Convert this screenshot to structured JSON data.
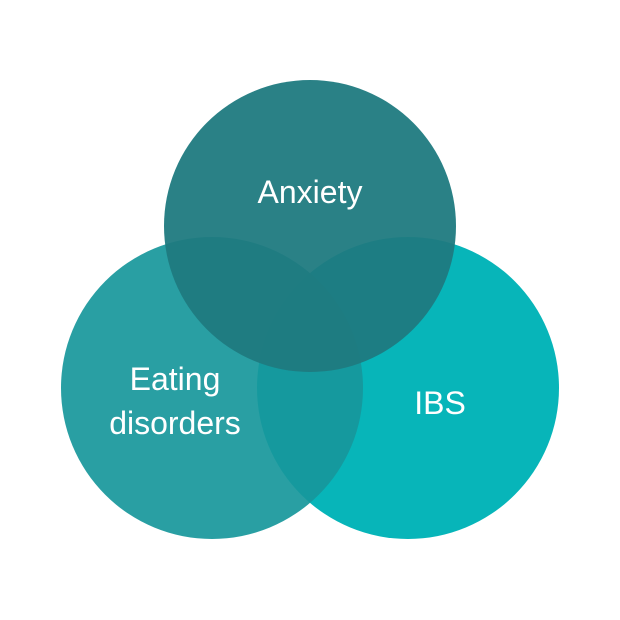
{
  "diagram": {
    "type": "venn-3",
    "sets": {
      "anxiety": {
        "label": "Anxiety",
        "color": "#1f7a80"
      },
      "eating_disorders": {
        "label_line1": "Eating",
        "label_line2": "disorders",
        "color": "#17979b"
      },
      "ibs": {
        "label": "IBS",
        "color": "#07b5b9"
      }
    }
  }
}
